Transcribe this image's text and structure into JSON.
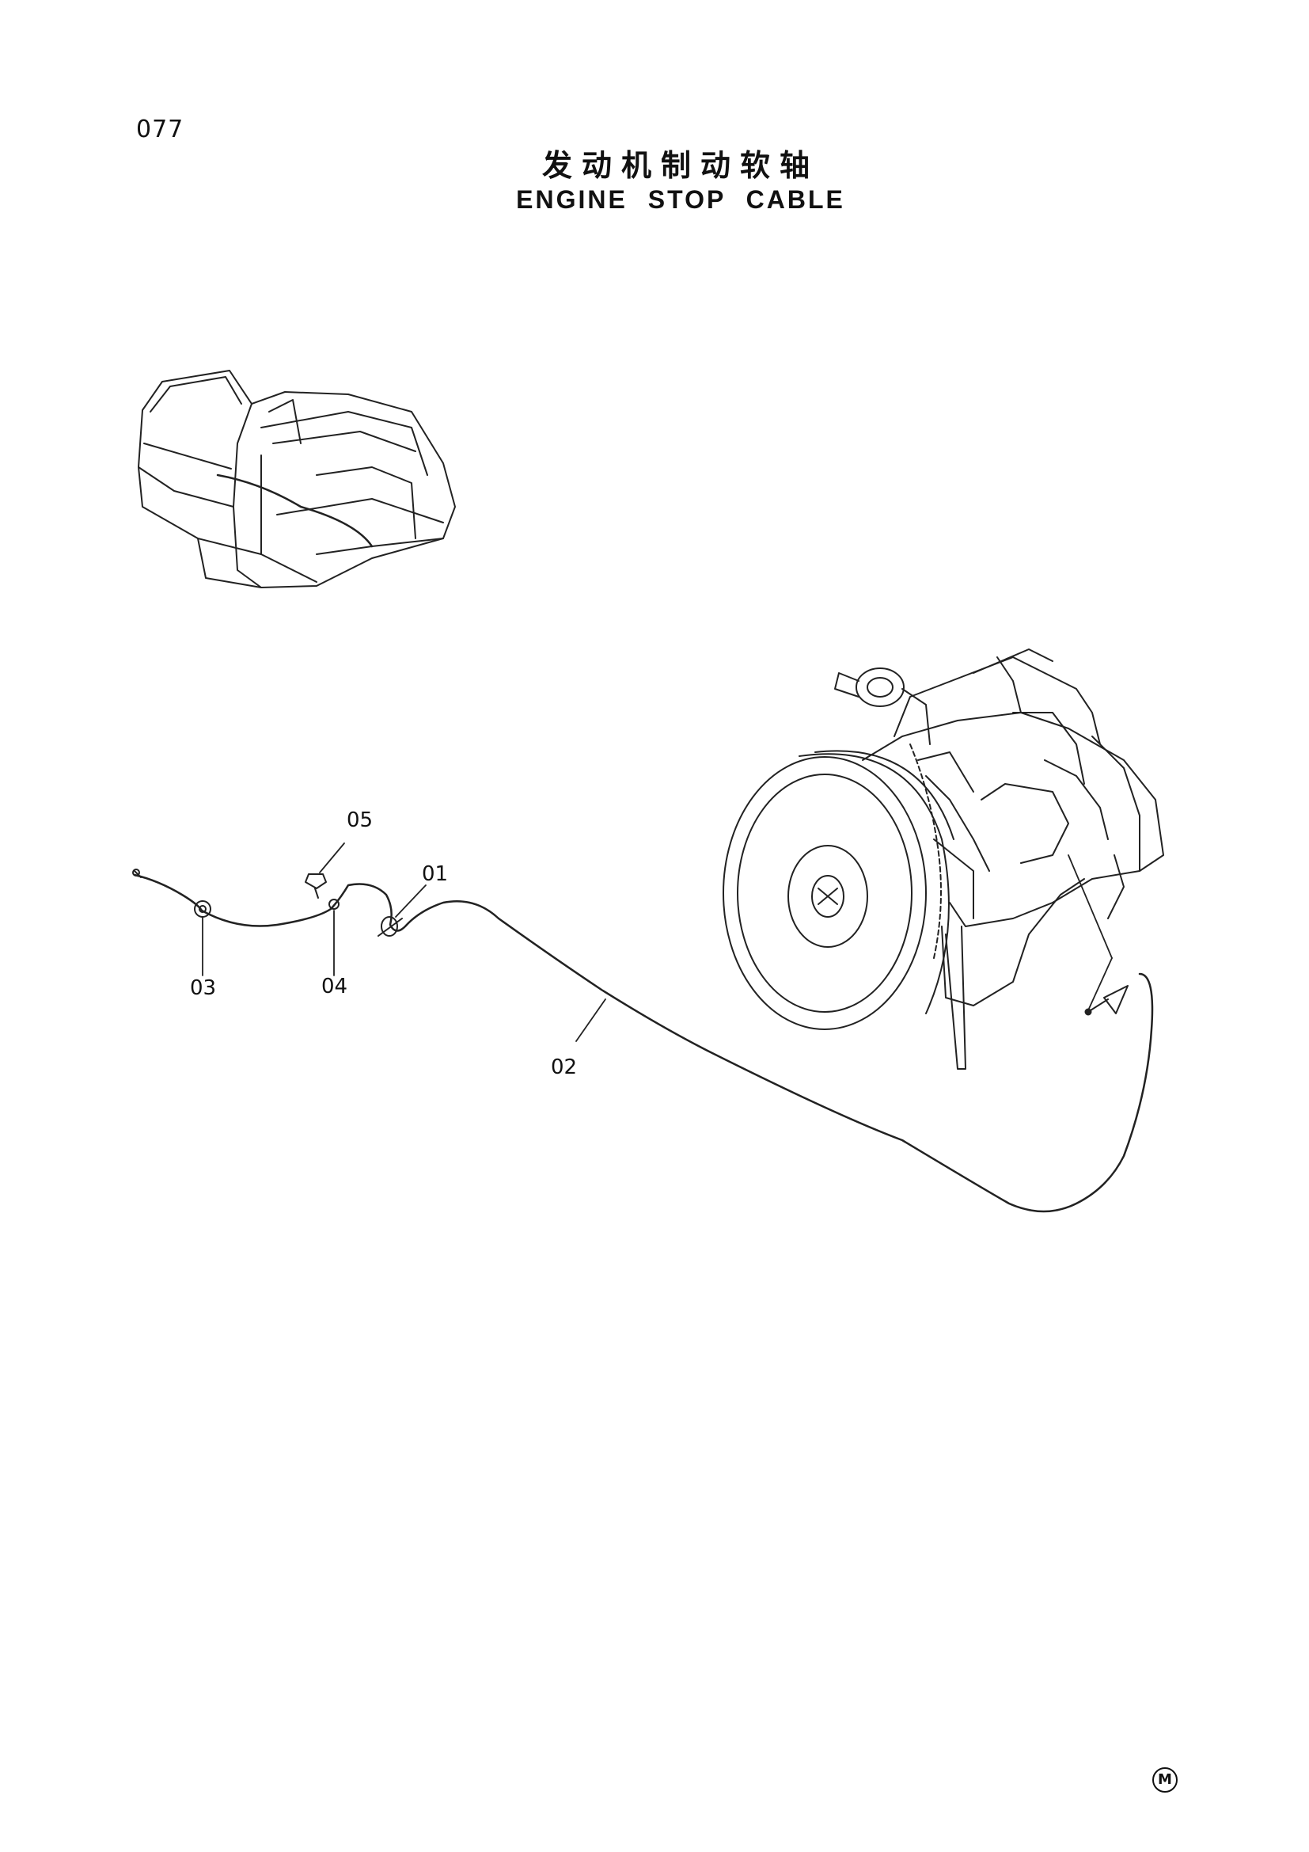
{
  "page": {
    "number": "077"
  },
  "title": {
    "chinese": "发动机制动软轴",
    "english": "ENGINE STOP CABLE"
  },
  "callouts": [
    {
      "id": "01",
      "label": "01"
    },
    {
      "id": "02",
      "label": "02"
    },
    {
      "id": "03",
      "label": "03"
    },
    {
      "id": "04",
      "label": "04"
    },
    {
      "id": "05",
      "label": "05"
    }
  ],
  "footer": {
    "mark": "M"
  }
}
